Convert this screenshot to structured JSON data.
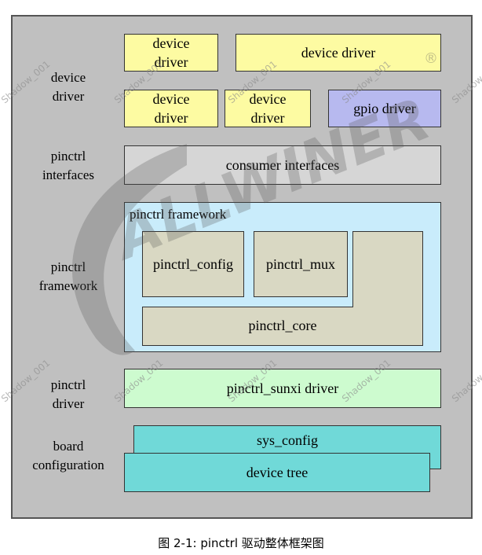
{
  "layers": {
    "device_driver": [
      "device",
      "driver"
    ],
    "pinctrl_interfaces": [
      "pinctrl",
      "interfaces"
    ],
    "pinctrl_framework": [
      "pinctrl",
      "framework"
    ],
    "pinctrl_driver": [
      "pinctrl",
      "driver"
    ],
    "board_configuration": [
      "board",
      "configuration"
    ]
  },
  "boxes": {
    "device_driver_1": [
      "device",
      "driver"
    ],
    "device_driver_wide": "device driver",
    "device_driver_2": [
      "device",
      "driver"
    ],
    "device_driver_3": [
      "device",
      "driver"
    ],
    "gpio_driver": "gpio driver",
    "consumer_interfaces": "consumer interfaces",
    "framework_title": "pinctrl framework",
    "pinctrl_config": "pinctrl_config",
    "pinctrl_mux": "pinctrl_mux",
    "pinctrl_core": "pinctrl_core",
    "pinctrl_sunxi_driver": "pinctrl_sunxi driver",
    "sys_config": "sys_config",
    "device_tree": "device tree"
  },
  "watermark": {
    "brand": "ALLWINER",
    "registered": "®",
    "tag": "Shadow_001"
  },
  "caption": "图 2-1: pinctrl 驱动整体框架图",
  "colors": {
    "background": "#c0c0c0",
    "device_driver": "#fdfba2",
    "gpio_driver": "#b7b9ef",
    "consumer_interfaces": "#d6d6d6",
    "framework": "#c9ecfb",
    "framework_blocks": "#d9d8c3",
    "sunxi_driver": "#cdfbcf",
    "board_config": "#70d9d8"
  }
}
